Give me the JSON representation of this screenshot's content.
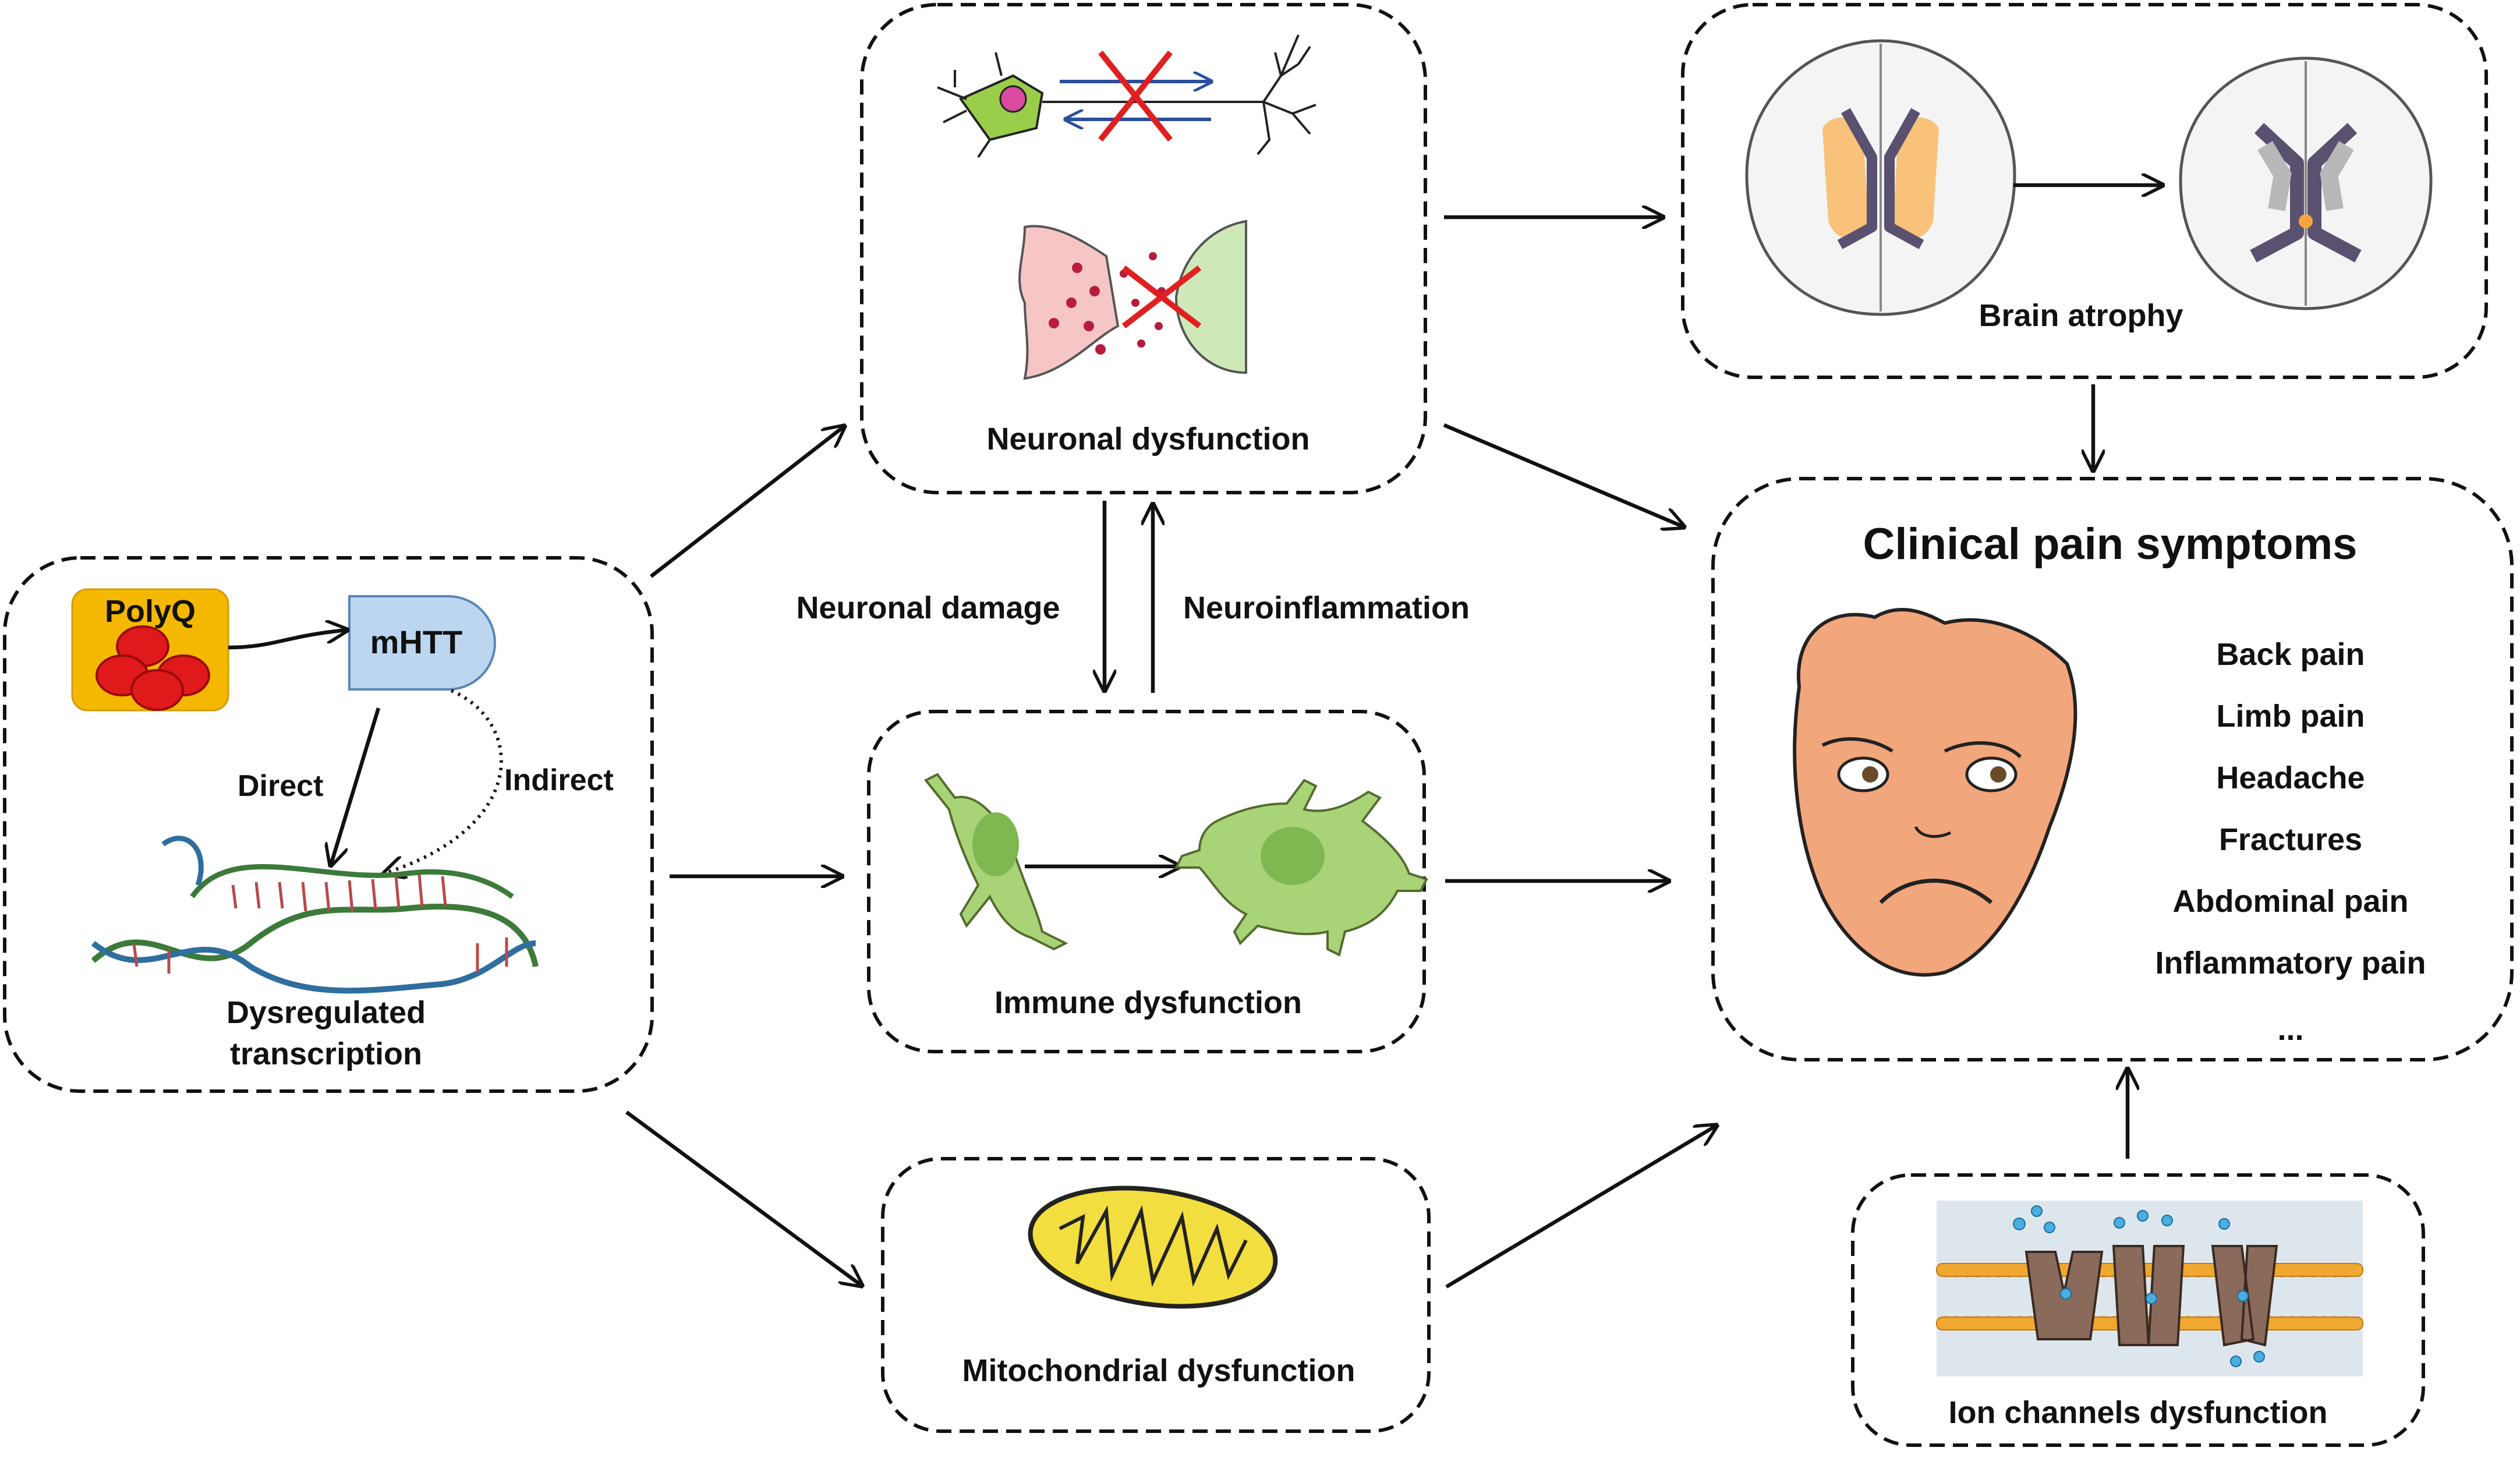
{
  "nodes": {
    "polyq": {
      "label": "PolyQ",
      "color": "#f5b800"
    },
    "mhtt": {
      "label": "mHTT",
      "color": "#bcd6f0"
    },
    "direct": {
      "label": "Direct"
    },
    "indirect": {
      "label": "Indirect"
    },
    "dysregulated": {
      "line1": "Dysregulated",
      "line2": "transcription"
    },
    "neuronal_dysfunction": {
      "label": "Neuronal dysfunction"
    },
    "neuronal_damage": {
      "label": "Neuronal damage"
    },
    "neuroinflammation": {
      "label": "Neuroinflammation"
    },
    "immune_dysfunction": {
      "label": "Immune dysfunction"
    },
    "mitochondrial_dysfunction": {
      "label": "Mitochondrial dysfunction"
    },
    "brain_atrophy": {
      "label": "Brain atrophy"
    },
    "ion_channels": {
      "label": "Ion channels dysfunction"
    },
    "clinical": {
      "title": "Clinical pain symptoms",
      "symptoms": [
        "Back pain",
        "Limb pain",
        "Headache",
        "Fractures",
        "Abdominal pain",
        "Inflammatory pain",
        "..."
      ]
    }
  },
  "colors": {
    "neuron_cell": "#9acd4a",
    "synapse_pre": "#f6c6c6",
    "synapse_post": "#cfe8b8",
    "immune_cell": "#a8d477",
    "mitochondria": "#f2de3e",
    "face": "#f2a67c",
    "cross": "#e02020",
    "arrow_blue": "#2a4f9c"
  }
}
